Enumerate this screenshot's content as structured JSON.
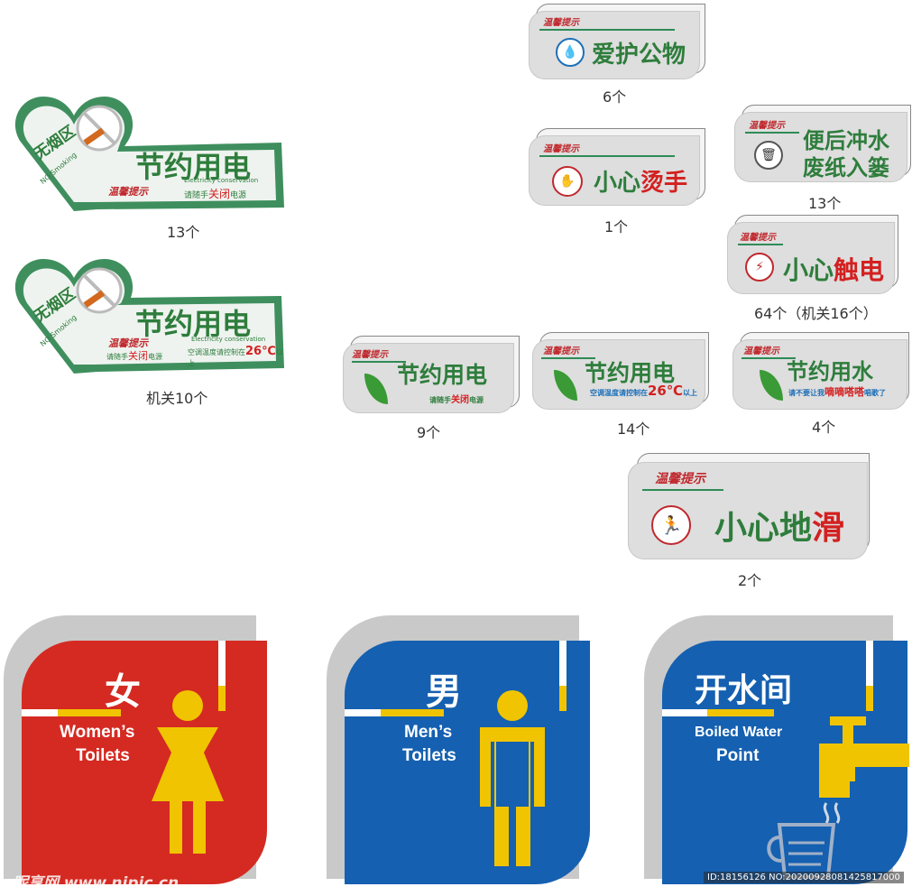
{
  "left_signs": [
    {
      "no_smoking_cn": "无烟区",
      "no_smoking_en": "NO Smoking",
      "title": "节约用电",
      "english": "Electricity conservation",
      "hint": "温馨提示",
      "sub_prefix": "请随手",
      "sub_red": "关闭",
      "sub_suffix": "电源",
      "qty": "13个"
    },
    {
      "no_smoking_cn": "无烟区",
      "no_smoking_en": "NO Smoking",
      "title": "节约用电",
      "english": "Electricity conservation",
      "hint": "温馨提示",
      "sub_line1_prefix": "请随手",
      "sub_line1_red": "关闭",
      "sub_line1_suffix": "电源",
      "sub_line2": "空调温度请控制在",
      "sub_line2_num": "26℃",
      "sub_line2_end": "以上",
      "qty": "机关10个"
    }
  ],
  "green_signs": {
    "care_property": {
      "hint": "温馨提示",
      "title": "爱护公物",
      "qty": "6个"
    },
    "hot_water": {
      "hint": "温馨提示",
      "title_a": "小心",
      "title_b": "烫手",
      "qty": "1个"
    },
    "flush": {
      "hint": "温馨提示",
      "line1": "便后冲水",
      "line2": "废纸入篓",
      "qty": "13个"
    },
    "electric": {
      "hint": "温馨提示",
      "title_a": "小心",
      "title_b": "触电",
      "qty": "64个（机关16个）"
    },
    "power_a": {
      "hint": "温馨提示",
      "title": "节约用电",
      "sub_prefix": "请随手",
      "sub_red": "关闭",
      "sub_suffix": "电源",
      "qty": "9个"
    },
    "power_b": {
      "hint": "温馨提示",
      "title": "节约用电",
      "sub_a": "空调温度请控制在",
      "sub_num": "26℃",
      "sub_end": "以上",
      "qty": "14个"
    },
    "water": {
      "hint": "温馨提示",
      "title": "节约用水",
      "sub_a": "请不要让我",
      "sub_b": "嘀嘀嗒嗒",
      "sub_c": "唱歌了",
      "qty": "4个"
    },
    "slippery": {
      "hint": "温馨提示",
      "title_a": "小心地",
      "title_b": "滑",
      "qty": "2个"
    }
  },
  "toilet_signs": [
    {
      "cn": "女",
      "en_line1": "Women’s",
      "en_line2": "Toilets",
      "color": "#d42a22"
    },
    {
      "cn": "男",
      "en_line1": "Men’s",
      "en_line2": "Toilets",
      "color": "#1560b0"
    },
    {
      "cn": "开水间",
      "en_line1": "Boiled Water",
      "en_line2": "Point",
      "color": "#1560b0"
    }
  ],
  "watermark": {
    "site": "昵享网 www.nipic.cn",
    "id": "ID:18156126 NO:20200928081425817000"
  },
  "colors": {
    "green": "#2e7d3c",
    "red": "#d42a22",
    "blue": "#1560b0",
    "yellow": "#f0c400"
  }
}
